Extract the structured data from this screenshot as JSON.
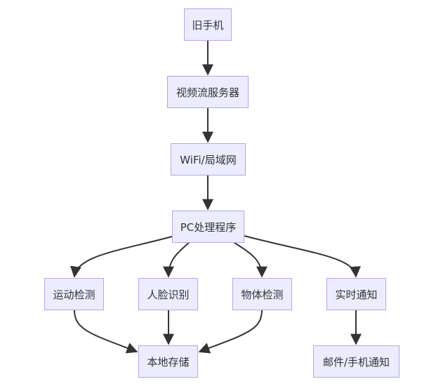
{
  "diagram": {
    "type": "flowchart",
    "direction": "top-down",
    "colors": {
      "node_fill": "#ECECFF",
      "node_border": "#B7A3E6",
      "edge": "#333333",
      "text": "#333333"
    },
    "nodes": [
      {
        "id": "phone",
        "label": "旧手机"
      },
      {
        "id": "server",
        "label": "视频流服务器"
      },
      {
        "id": "wifi",
        "label": "WiFi/局域网"
      },
      {
        "id": "pc",
        "label": "PC处理程序"
      },
      {
        "id": "motion",
        "label": "运动检测"
      },
      {
        "id": "face",
        "label": "人脸识别"
      },
      {
        "id": "object",
        "label": "物体检测"
      },
      {
        "id": "notify",
        "label": "实时通知"
      },
      {
        "id": "storage",
        "label": "本地存储"
      },
      {
        "id": "mail",
        "label": "邮件/手机通知"
      }
    ],
    "edges": [
      {
        "from": "phone",
        "to": "server"
      },
      {
        "from": "server",
        "to": "wifi"
      },
      {
        "from": "wifi",
        "to": "pc"
      },
      {
        "from": "pc",
        "to": "motion"
      },
      {
        "from": "pc",
        "to": "face"
      },
      {
        "from": "pc",
        "to": "object"
      },
      {
        "from": "pc",
        "to": "notify"
      },
      {
        "from": "motion",
        "to": "storage"
      },
      {
        "from": "face",
        "to": "storage"
      },
      {
        "from": "object",
        "to": "storage"
      },
      {
        "from": "notify",
        "to": "mail"
      }
    ]
  }
}
